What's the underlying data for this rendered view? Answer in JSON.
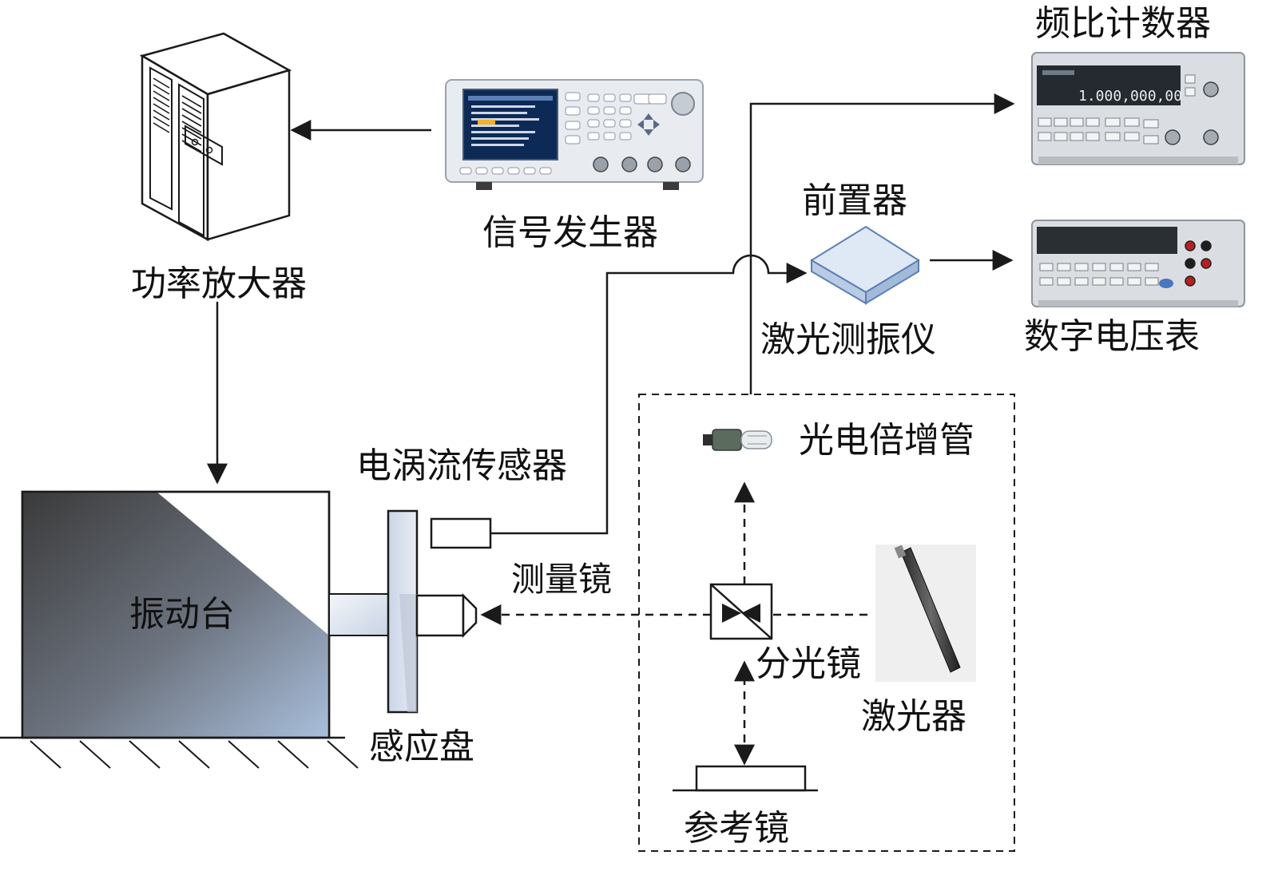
{
  "labels": {
    "power_amplifier": "功率放大器",
    "signal_generator": "信号发生器",
    "frequency_counter": "频比计数器",
    "preamplifier": "前置器",
    "laser_vibrometer": "激光测振仪",
    "digital_voltmeter": "数字电压表",
    "photomultiplier": "光电倍增管",
    "eddy_sensor": "电涡流传感器",
    "measurement_mirror": "测量镜",
    "vibration_table": "振动台",
    "beam_splitter": "分光镜",
    "laser": "激光器",
    "sensing_disk": "感应盘",
    "reference_mirror": "参考镜"
  },
  "counter_display": "1.000,000,00",
  "colors": {
    "table_dark": "#3a3a3a",
    "table_light": "#a9bfdc",
    "preamp_top": "#dfe8f5",
    "preamp_side": "#b9cbe5",
    "line": "#1a1a1a"
  }
}
